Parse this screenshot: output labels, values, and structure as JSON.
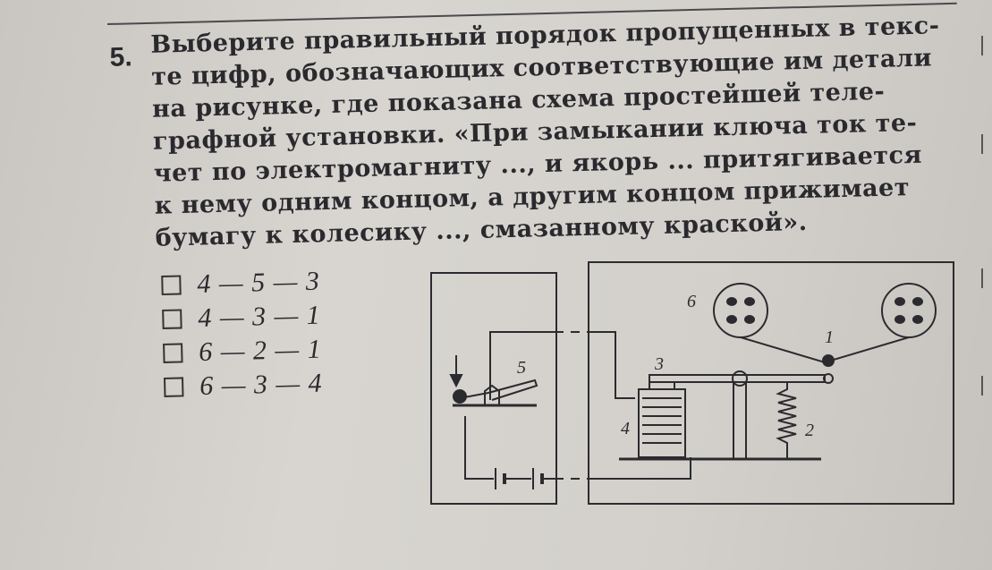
{
  "question": {
    "number": "5.",
    "lines": [
      "Выберите правильный порядок пропущенных в текс-",
      "те цифр, обозначающих соответствующие им детали",
      "на рисунке, где показана схема простейшей теле-",
      "графной установки. «При замыкании ключа ток те-",
      "чет по электромагниту ..., и якорь ... притягивается",
      "к нему одним концом, а другим концом прижимает",
      "бумагу к колесику ..., смазанному краской»."
    ]
  },
  "answers": [
    "4 — 5 — 3",
    "4 — 3 — 1",
    "6 — 2 — 1",
    "6 — 3 — 4"
  ],
  "figure": {
    "labels": {
      "l1": "1",
      "l2": "2",
      "l3": "3",
      "l4": "4",
      "l5": "5",
      "l6": "6"
    }
  }
}
